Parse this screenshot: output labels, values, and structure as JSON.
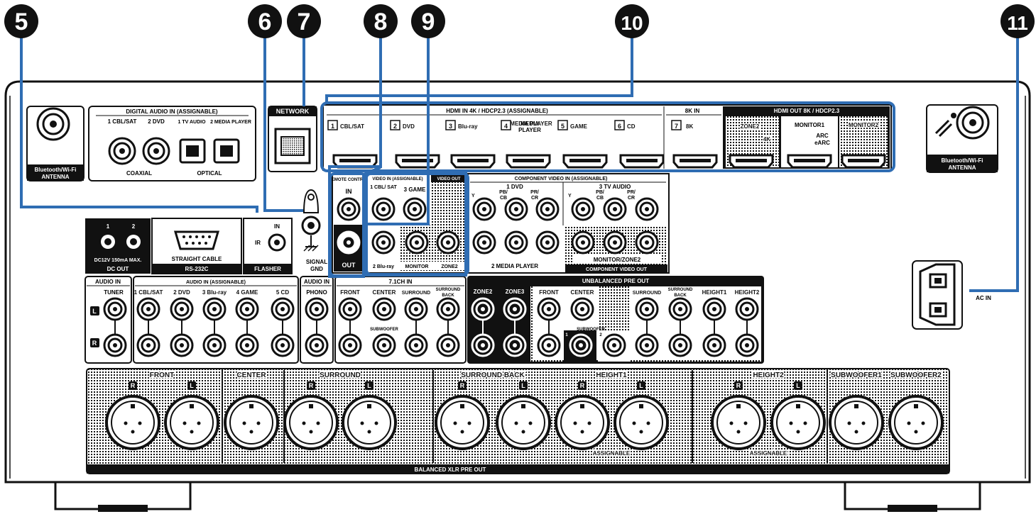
{
  "callouts": [
    "5",
    "6",
    "7",
    "8",
    "9",
    "10",
    "11"
  ],
  "antenna_left": {
    "label1": "Bluetooth/Wi-Fi",
    "label2": "ANTENNA"
  },
  "antenna_right": {
    "label1": "Bluetooth/Wi-Fi",
    "label2": "ANTENNA"
  },
  "digital_audio": {
    "title": "DIGITAL AUDIO IN (ASSIGNABLE)",
    "inputs": [
      "1 CBL/SAT",
      "2 DVD",
      "1 TV AUDIO",
      "2 MEDIA PLAYER"
    ],
    "coaxial": "COAXIAL",
    "optical": "OPTICAL"
  },
  "network": {
    "label": "NETWORK"
  },
  "hdmi_in": {
    "title": "HDMI IN   4K / HDCP2.3   (ASSIGNABLE)",
    "ports": [
      {
        "num": "1",
        "label": "CBL/SAT"
      },
      {
        "num": "2",
        "label": "DVD"
      },
      {
        "num": "3",
        "label": "Blu-ray"
      },
      {
        "num": "4",
        "label": "MEDIA PLAYER"
      },
      {
        "num": "5",
        "label": "GAME"
      },
      {
        "num": "6",
        "label": "CD"
      }
    ]
  },
  "hdmi_8k": {
    "title": "8K IN",
    "num": "7",
    "label": "8K"
  },
  "hdmi_out": {
    "title": "HDMI OUT   8K / HDCP2.3",
    "zone2": "ZONE2",
    "zone2_sub": "4K",
    "monitor1": "MONITOR1",
    "arc": "ARC",
    "earc": "eARC",
    "monitor2": "MONITOR2"
  },
  "remote_control": {
    "title": "REMOTE CONTROL",
    "in": "IN",
    "out": "OUT"
  },
  "signal_gnd": {
    "line1": "SIGNAL",
    "line2": "GND"
  },
  "video_in": {
    "title": "VIDEO IN (ASSIGNABLE)",
    "out_title": "VIDEO OUT",
    "cbl": "1 CBL/ SAT",
    "game": "3 GAME",
    "bluray": "2 Blu-ray",
    "monitor": "MONITOR",
    "zone2": "ZONE2"
  },
  "component_in": {
    "title": "COMPONENT VIDEO IN (ASSIGNABLE)",
    "dvd": "1  DVD",
    "tv": "3  TV AUDIO",
    "media": "2  MEDIA PLAYER",
    "y": "Y",
    "pb": "PB/ CB",
    "pr": "PR/ CR"
  },
  "component_out": {
    "sub": "MONITOR/ZONE2",
    "title": "COMPONENT VIDEO OUT"
  },
  "dc_out": {
    "ch1": "1",
    "ch2": "2",
    "spec": "DC12V 150mA MAX.",
    "title": "DC OUT"
  },
  "rs232": {
    "cable": "STRAIGHT CABLE",
    "title": "RS-232C"
  },
  "flasher": {
    "in": "IN",
    "ir": "IR",
    "title": "FLASHER"
  },
  "audio_in_tuner": {
    "title": "AUDIO IN",
    "label": "TUNER",
    "l": "L",
    "r": "R"
  },
  "audio_in_assign": {
    "title": "AUDIO IN (ASSIGNABLE)",
    "inputs": [
      "1 CBL/SAT",
      "2 DVD",
      "3 Blu-ray",
      "4 GAME",
      "5 CD"
    ]
  },
  "audio_in_phono": {
    "title": "AUDIO IN",
    "label": "PHONO"
  },
  "ch71_in": {
    "title": "7.1CH IN",
    "labels": [
      "FRONT",
      "CENTER",
      "SURROUND",
      "SURROUND BACK"
    ],
    "sub": "SUBWOOFER"
  },
  "pre_out": {
    "title": "UNBALANCED PRE OUT",
    "zone2": "ZONE2",
    "zone3": "ZONE3",
    "labels": [
      "FRONT",
      "CENTER",
      "SURROUND",
      "SURROUND BACK",
      "HEIGHT1",
      "HEIGHT2"
    ],
    "sub": "SUBWOOFER",
    "sub1": "1",
    "sub2": "2"
  },
  "xlr": {
    "title": "BALANCED XLR PRE OUT",
    "groups": [
      "FRONT",
      "CENTER",
      "SURROUND",
      "SURROUND BACK",
      "HEIGHT1",
      "HEIGHT2",
      "SUBWOOFER1",
      "SUBWOOFER2"
    ],
    "assignable": "ASSIGNABLE",
    "r": "R",
    "l": "L"
  },
  "ac_in": {
    "label": "AC IN"
  },
  "colors": {
    "accent": "#2f6db3",
    "dark": "#1a1a1a",
    "panel": "#ffffff"
  }
}
